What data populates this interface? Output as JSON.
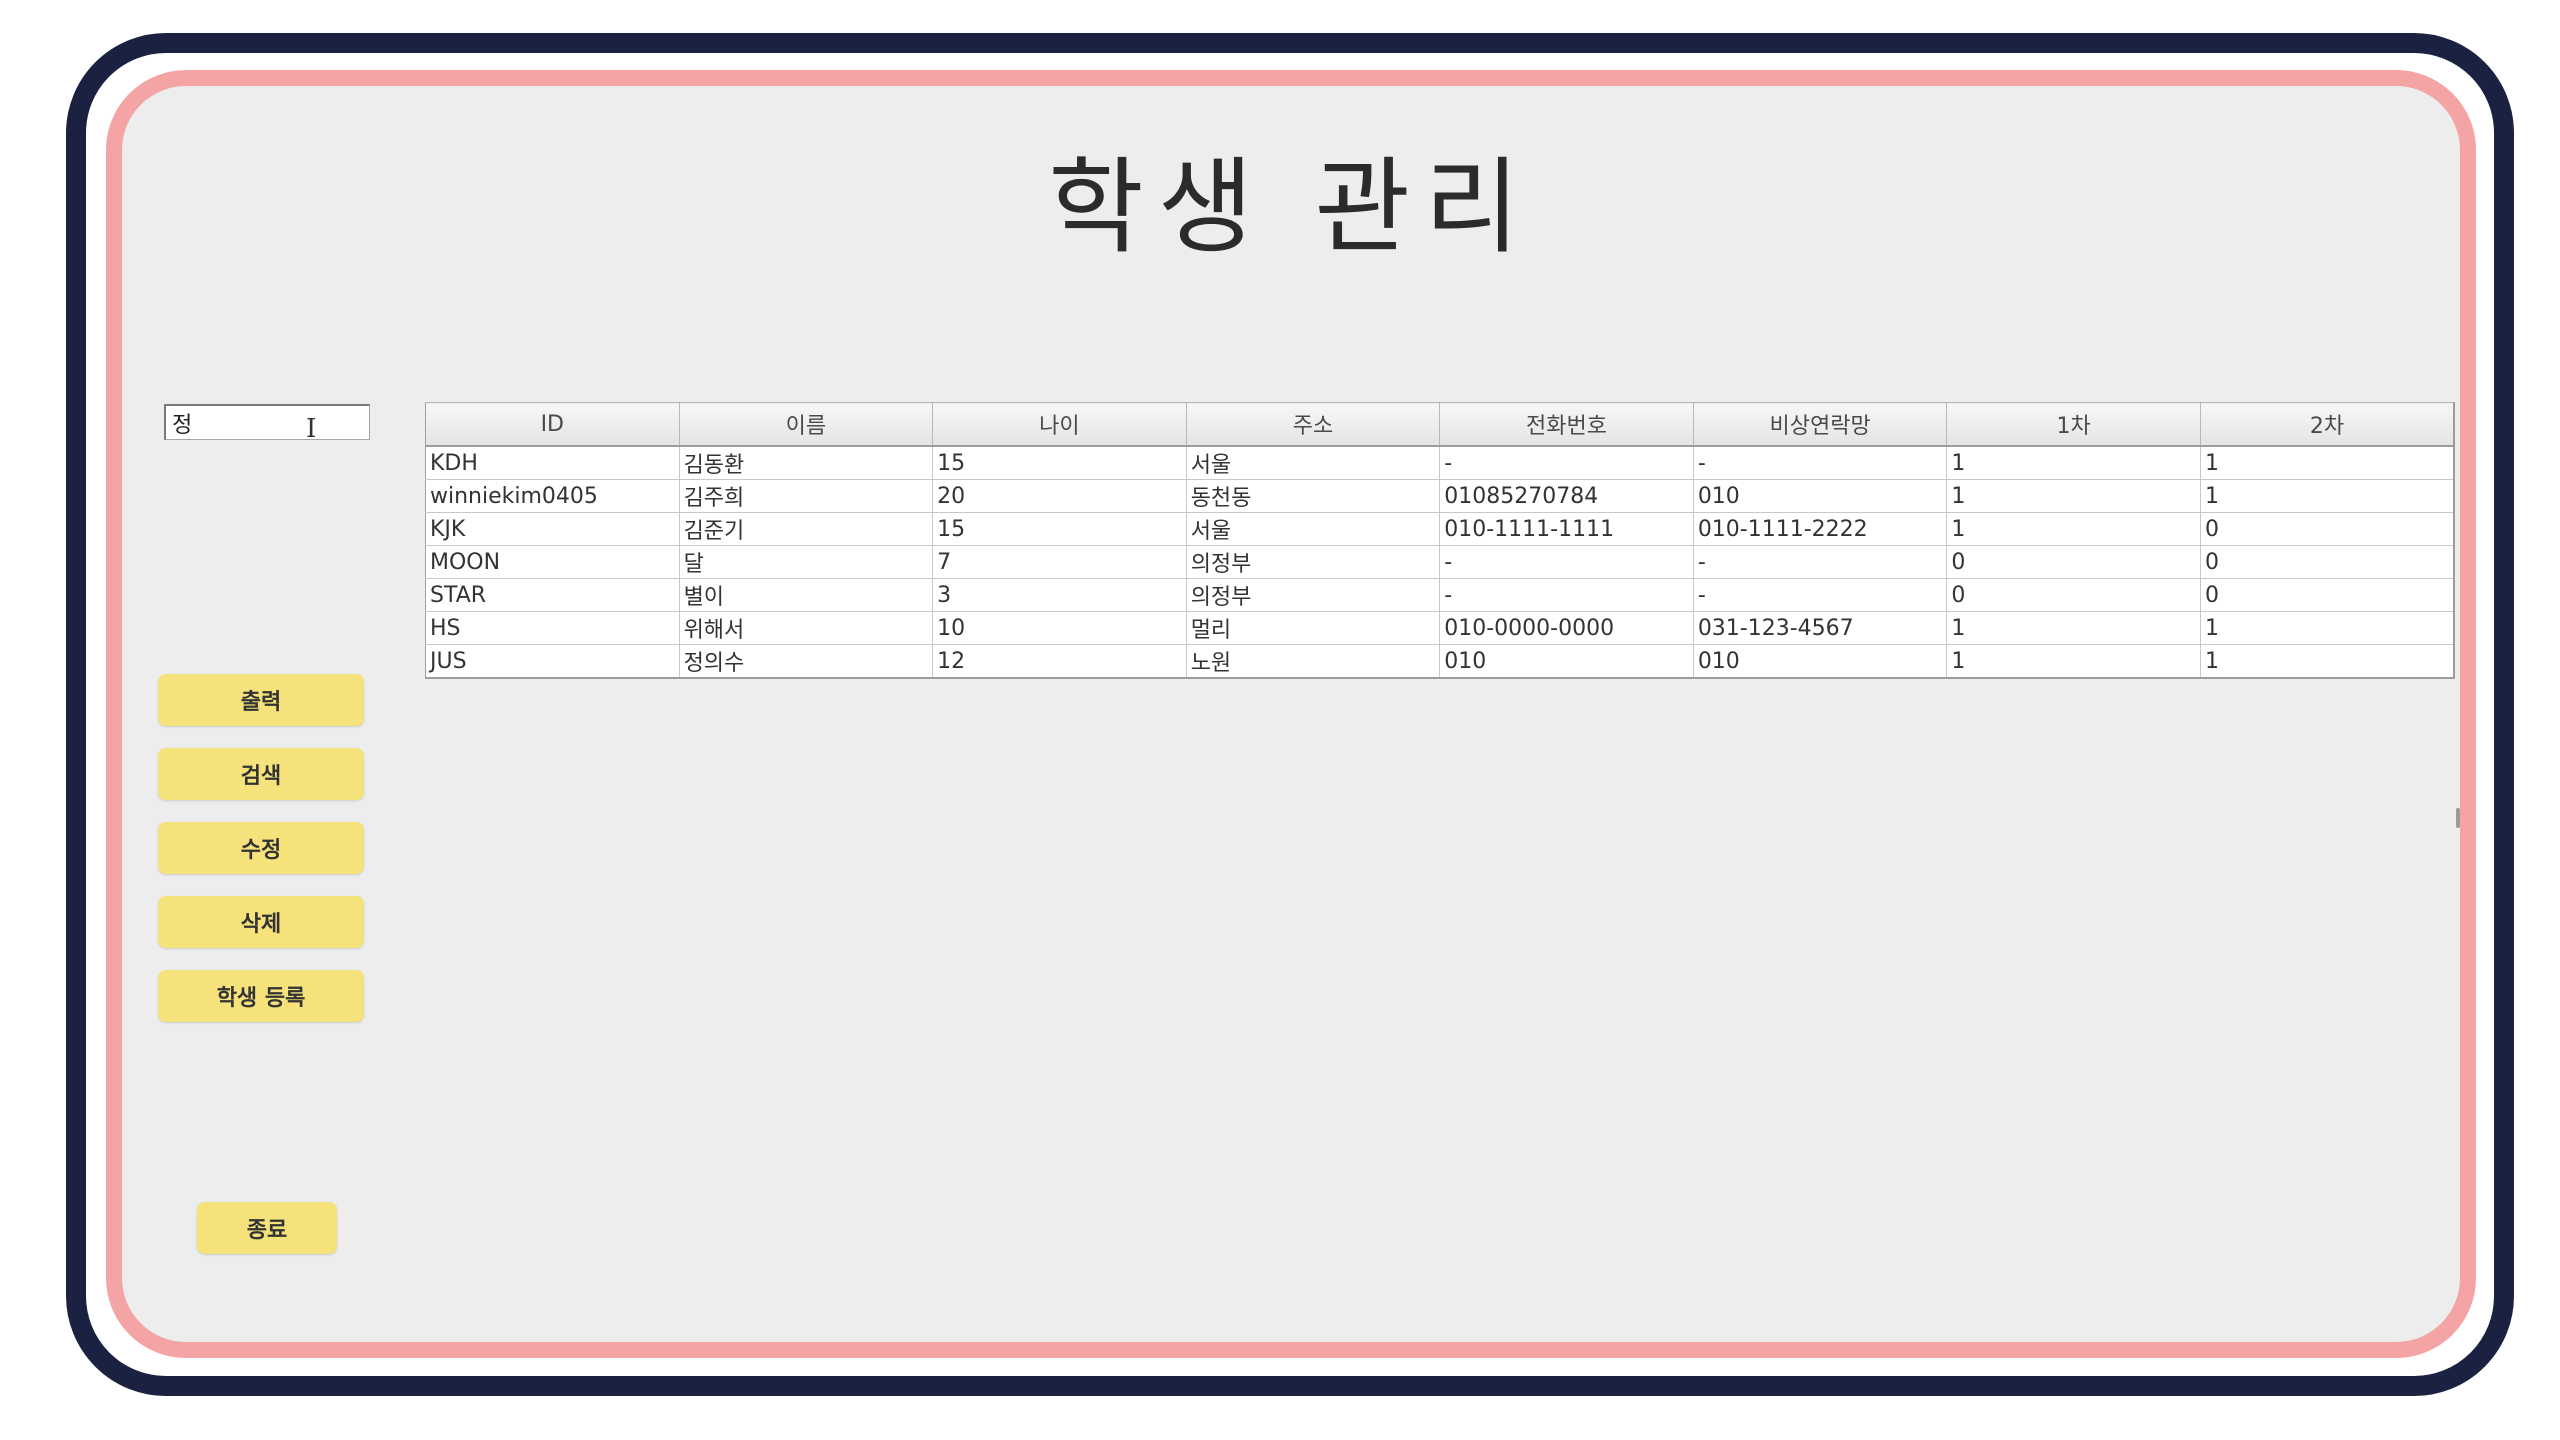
{
  "title": "학생 관리",
  "search": {
    "value": "정"
  },
  "buttons": {
    "print": "출력",
    "search": "검색",
    "edit": "수정",
    "delete": "삭제",
    "register": "학생 등록",
    "exit": "종료"
  },
  "table": {
    "columns": [
      "ID",
      "이름",
      "나이",
      "주소",
      "전화번호",
      "비상연락망",
      "1차",
      "2차"
    ],
    "rows": [
      [
        "KDH",
        "김동환",
        "15",
        "서울",
        "-",
        "-",
        "1",
        "1"
      ],
      [
        "winniekim0405",
        "김주희",
        "20",
        "동천동",
        "01085270784",
        "010",
        "1",
        "1"
      ],
      [
        "KJK",
        "김준기",
        "15",
        "서울",
        "010-1111-1111",
        "010-1111-2222",
        "1",
        "0"
      ],
      [
        "MOON",
        "달",
        "7",
        "의정부",
        "-",
        "-",
        "0",
        "0"
      ],
      [
        "STAR",
        "별이",
        "3",
        "의정부",
        "-",
        "-",
        "0",
        "0"
      ],
      [
        "HS",
        "위해서",
        "10",
        "멀리",
        "010-0000-0000",
        "031-123-4567",
        "1",
        "1"
      ],
      [
        "JUS",
        "정의수",
        "12",
        "노원",
        "010",
        "010",
        "1",
        "1"
      ]
    ]
  },
  "colors": {
    "outer_frame": "#1b2140",
    "inner_frame": "#f4a4a4",
    "button": "#f5e27a",
    "background": "#ededed"
  }
}
